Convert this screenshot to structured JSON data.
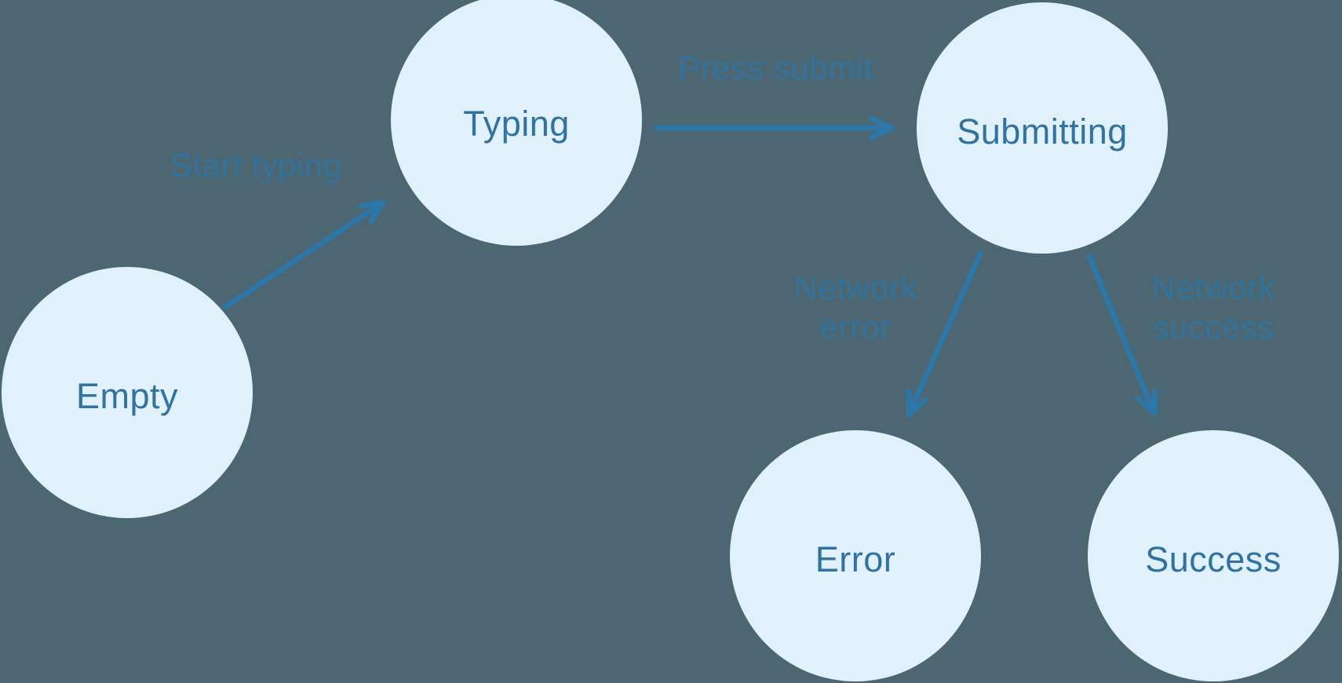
{
  "diagram": {
    "type": "state-machine",
    "colors": {
      "background": "#4c6772",
      "node_fill": "#e1f1fb",
      "node_text": "#3072a2",
      "edge_stroke": "#2d76a8",
      "edge_label_text": "#2d76a8"
    },
    "nodes": [
      {
        "id": "empty",
        "label": "Empty"
      },
      {
        "id": "typing",
        "label": "Typing"
      },
      {
        "id": "submitting",
        "label": "Submitting"
      },
      {
        "id": "error",
        "label": "Error"
      },
      {
        "id": "success",
        "label": "Success"
      }
    ],
    "edges": [
      {
        "from": "empty",
        "to": "typing",
        "label": "Start typing"
      },
      {
        "from": "typing",
        "to": "submitting",
        "label": "Press submit"
      },
      {
        "from": "submitting",
        "to": "error",
        "label": "Network error"
      },
      {
        "from": "submitting",
        "to": "success",
        "label": "Network success"
      }
    ]
  }
}
